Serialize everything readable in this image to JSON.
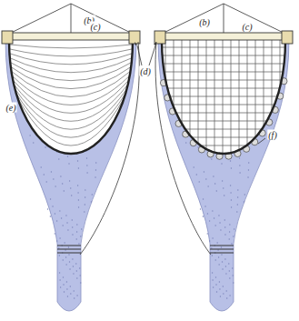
{
  "diagram": {
    "labels": [
      "(b)",
      "(c)",
      "(d)",
      "(e)",
      "(b)",
      "(c)",
      "(f)"
    ]
  }
}
